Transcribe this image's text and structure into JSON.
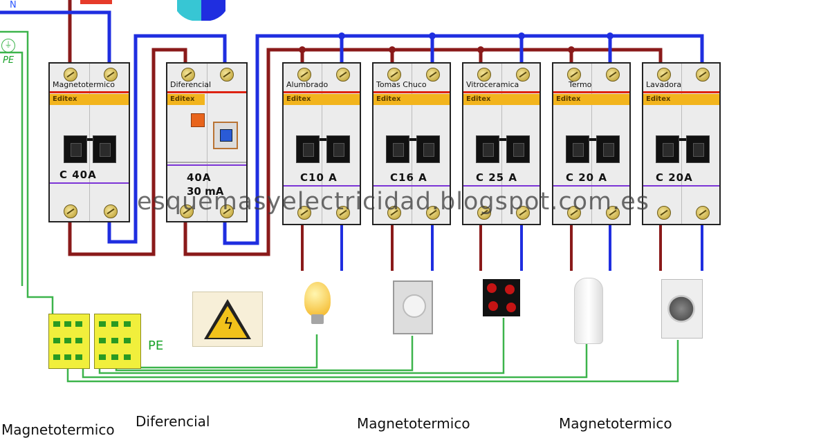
{
  "top": {
    "neutral_label": "N",
    "ground_label": "PE"
  },
  "breakers": [
    {
      "name": "Magnetotermico",
      "brand": "Editex",
      "rating": "C 40A"
    },
    {
      "name": "Diferencial",
      "brand": "Editex",
      "rating": "40A",
      "rating2": "30 mA"
    },
    {
      "name": "Alumbrado",
      "brand": "Editex",
      "rating": "C10 A"
    },
    {
      "name": "Tomas Chuco",
      "brand": "Editex",
      "rating": "C16 A"
    },
    {
      "name": "Vitroceramica",
      "brand": "Editex",
      "rating": "C 25 A"
    },
    {
      "name": "Termo",
      "brand": "Editex",
      "rating": "C 20 A"
    },
    {
      "name": "Lavadora",
      "brand": "Editex",
      "rating": "C 20A"
    }
  ],
  "watermark": "esquemasyelectricidad.blogspot.com.es",
  "ground_bar_label": "PE",
  "loads": [
    "warning-sign",
    "light-bulb",
    "wall-socket",
    "ceramic-hob",
    "water-heater",
    "washing-machine"
  ],
  "bottom_labels": [
    "Magnetotermico",
    "Diferencial",
    "Magnetotermico",
    "Magnetotermico"
  ],
  "colors": {
    "phase": "#8a1a1a",
    "neutral": "#1f2ee0",
    "earth": "#3cb44b",
    "brand_strip": "#f2b41d"
  }
}
